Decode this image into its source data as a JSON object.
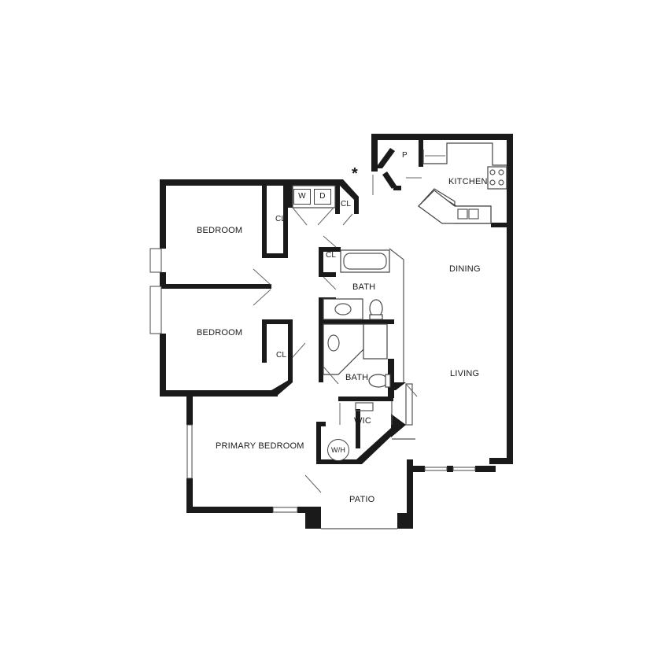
{
  "rooms": {
    "bedroom_1": "BEDROOM",
    "bedroom_2": "BEDROOM",
    "primary_bedroom": "PRIMARY BEDROOM",
    "kitchen": "KITCHEN",
    "dining": "DINING",
    "living": "LIVING",
    "bath_1": "BATH",
    "bath_2": "BATH",
    "wic": "WIC",
    "patio": "PATIO"
  },
  "closets": {
    "cl_bedroom_1": "CL",
    "cl_bedroom_2": "CL",
    "cl_laundry": "CL",
    "cl_bath": "CL"
  },
  "appliances": {
    "washer": "W",
    "dryer": "D",
    "pantry": "P",
    "water_heater": "W/H"
  },
  "marker": "*",
  "colors": {
    "wall": "#1a1a1a",
    "background": "#ffffff"
  }
}
